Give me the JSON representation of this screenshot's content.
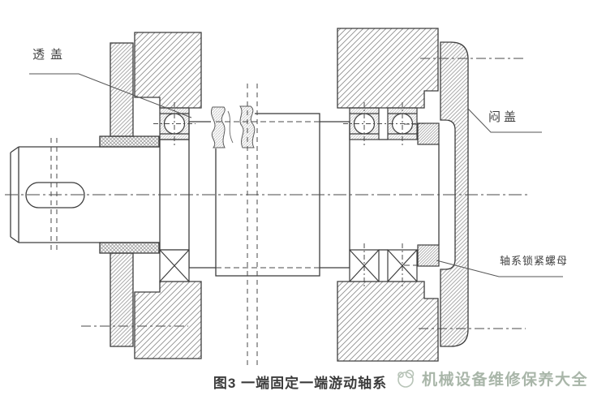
{
  "figure": {
    "caption": "图3 一端固定一端游动轴系",
    "labels": {
      "left_cover": "透盖",
      "right_cover": "闷盖",
      "lock_nut": "轴系锁紧螺母"
    },
    "watermark": {
      "text": "机械设备维修保养大全",
      "logo_icon": "mascot-doodle-icon"
    },
    "colors": {
      "line": "#3d3d3d",
      "thin_line": "#555555",
      "hatch": "#8f8f8f",
      "caption_text": "#3c3c3c",
      "watermark_text": "#a9b6a9"
    }
  }
}
